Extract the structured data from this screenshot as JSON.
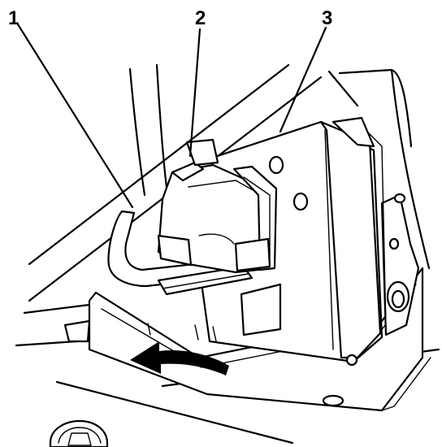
{
  "callouts": [
    {
      "id": "callout-1",
      "label": "1"
    },
    {
      "id": "callout-2",
      "label": "2"
    },
    {
      "id": "callout-3",
      "label": "3"
    }
  ],
  "colors": {
    "line": "#000000",
    "background": "#ffffff"
  },
  "icons": [
    "rotation-arrow-icon",
    "fastener-icon"
  ]
}
